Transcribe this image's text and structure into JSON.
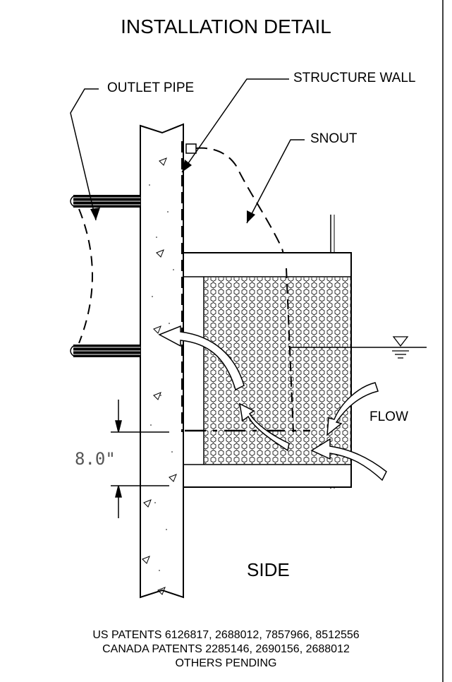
{
  "title": "INSTALLATION DETAIL",
  "callouts": {
    "outlet_pipe": "OUTLET PIPE",
    "structure_wall": "STRUCTURE WALL",
    "snout": "SNOUT",
    "flow": "FLOW"
  },
  "dimension": "8.0\"",
  "view_label": "SIDE",
  "patents": {
    "us": "US PATENTS 6126817, 2688012, 7857966, 8512556",
    "canada": "CANADA PATENTS 2285146, 2690156, 2688012",
    "pending": "OTHERS PENDING"
  }
}
